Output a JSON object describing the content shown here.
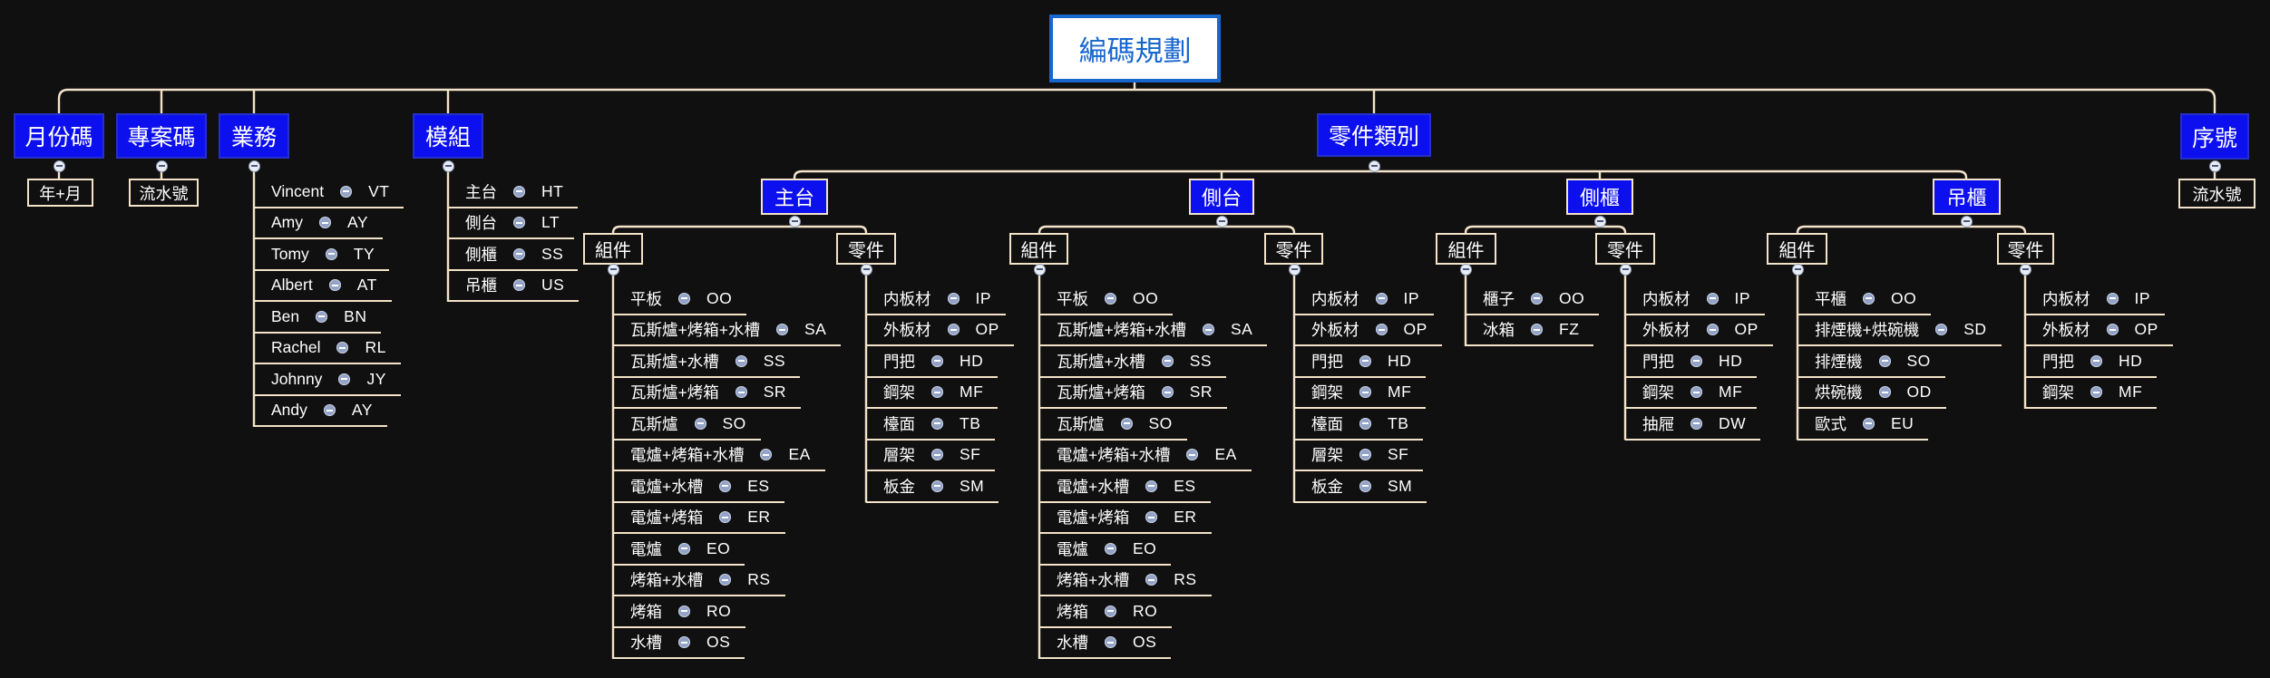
{
  "root": {
    "label": "編碼規劃"
  },
  "branches": {
    "month_code": {
      "label": "月份碼",
      "child_label": "年+月"
    },
    "project_code": {
      "label": "專案碼",
      "child_label": "流水號"
    },
    "sales": {
      "label": "業務",
      "items": [
        {
          "label": "Vincent",
          "code": "VT"
        },
        {
          "label": "Amy",
          "code": "AY"
        },
        {
          "label": "Tomy",
          "code": "TY"
        },
        {
          "label": "Albert",
          "code": "AT"
        },
        {
          "label": "Ben",
          "code": "BN"
        },
        {
          "label": "Rachel",
          "code": "RL"
        },
        {
          "label": "Johnny",
          "code": "JY"
        },
        {
          "label": "Andy",
          "code": "AY"
        }
      ]
    },
    "module": {
      "label": "模組",
      "items": [
        {
          "label": "主台",
          "code": "HT"
        },
        {
          "label": "側台",
          "code": "LT"
        },
        {
          "label": "側櫃",
          "code": "SS"
        },
        {
          "label": "吊櫃",
          "code": "US"
        }
      ]
    },
    "part_category": {
      "label": "零件類別",
      "categories": [
        {
          "label": "主台",
          "groups": [
            {
              "label": "組件",
              "items": [
                {
                  "label": "平板",
                  "code": "OO"
                },
                {
                  "label": "瓦斯爐+烤箱+水槽",
                  "code": "SA"
                },
                {
                  "label": "瓦斯爐+水槽",
                  "code": "SS"
                },
                {
                  "label": "瓦斯爐+烤箱",
                  "code": "SR"
                },
                {
                  "label": "瓦斯爐",
                  "code": "SO"
                },
                {
                  "label": "電爐+烤箱+水槽",
                  "code": "EA"
                },
                {
                  "label": "電爐+水槽",
                  "code": "ES"
                },
                {
                  "label": "電爐+烤箱",
                  "code": "ER"
                },
                {
                  "label": "電爐",
                  "code": "EO"
                },
                {
                  "label": "烤箱+水槽",
                  "code": "RS"
                },
                {
                  "label": "烤箱",
                  "code": "RO"
                },
                {
                  "label": "水槽",
                  "code": "OS"
                }
              ]
            },
            {
              "label": "零件",
              "items": [
                {
                  "label": "内板材",
                  "code": "IP"
                },
                {
                  "label": "外板材",
                  "code": "OP"
                },
                {
                  "label": "門把",
                  "code": "HD"
                },
                {
                  "label": "鋼架",
                  "code": "MF"
                },
                {
                  "label": "檯面",
                  "code": "TB"
                },
                {
                  "label": "層架",
                  "code": "SF"
                },
                {
                  "label": "板金",
                  "code": "SM"
                }
              ]
            }
          ]
        },
        {
          "label": "側台",
          "groups": [
            {
              "label": "組件",
              "items": [
                {
                  "label": "平板",
                  "code": "OO"
                },
                {
                  "label": "瓦斯爐+烤箱+水槽",
                  "code": "SA"
                },
                {
                  "label": "瓦斯爐+水槽",
                  "code": "SS"
                },
                {
                  "label": "瓦斯爐+烤箱",
                  "code": "SR"
                },
                {
                  "label": "瓦斯爐",
                  "code": "SO"
                },
                {
                  "label": "電爐+烤箱+水槽",
                  "code": "EA"
                },
                {
                  "label": "電爐+水槽",
                  "code": "ES"
                },
                {
                  "label": "電爐+烤箱",
                  "code": "ER"
                },
                {
                  "label": "電爐",
                  "code": "EO"
                },
                {
                  "label": "烤箱+水槽",
                  "code": "RS"
                },
                {
                  "label": "烤箱",
                  "code": "RO"
                },
                {
                  "label": "水槽",
                  "code": "OS"
                }
              ]
            },
            {
              "label": "零件",
              "items": [
                {
                  "label": "内板材",
                  "code": "IP"
                },
                {
                  "label": "外板材",
                  "code": "OP"
                },
                {
                  "label": "門把",
                  "code": "HD"
                },
                {
                  "label": "鋼架",
                  "code": "MF"
                },
                {
                  "label": "檯面",
                  "code": "TB"
                },
                {
                  "label": "層架",
                  "code": "SF"
                },
                {
                  "label": "板金",
                  "code": "SM"
                }
              ]
            }
          ]
        },
        {
          "label": "側櫃",
          "groups": [
            {
              "label": "組件",
              "items": [
                {
                  "label": "櫃子",
                  "code": "OO"
                },
                {
                  "label": "冰箱",
                  "code": "FZ"
                }
              ]
            },
            {
              "label": "零件",
              "items": [
                {
                  "label": "内板材",
                  "code": "IP"
                },
                {
                  "label": "外板材",
                  "code": "OP"
                },
                {
                  "label": "門把",
                  "code": "HD"
                },
                {
                  "label": "鋼架",
                  "code": "MF"
                },
                {
                  "label": "抽屜",
                  "code": "DW"
                }
              ]
            }
          ]
        },
        {
          "label": "吊櫃",
          "groups": [
            {
              "label": "組件",
              "items": [
                {
                  "label": "平櫃",
                  "code": "OO"
                },
                {
                  "label": "排煙機+烘碗機",
                  "code": "SD"
                },
                {
                  "label": "排煙機",
                  "code": "SO"
                },
                {
                  "label": "烘碗機",
                  "code": "OD"
                },
                {
                  "label": "歐式",
                  "code": "EU"
                }
              ]
            },
            {
              "label": "零件",
              "items": [
                {
                  "label": "内板材",
                  "code": "IP"
                },
                {
                  "label": "外板材",
                  "code": "OP"
                },
                {
                  "label": "門把",
                  "code": "HD"
                },
                {
                  "label": "鋼架",
                  "code": "MF"
                }
              ]
            }
          ]
        }
      ]
    },
    "serial": {
      "label": "序號",
      "child_label": "流水號"
    }
  }
}
